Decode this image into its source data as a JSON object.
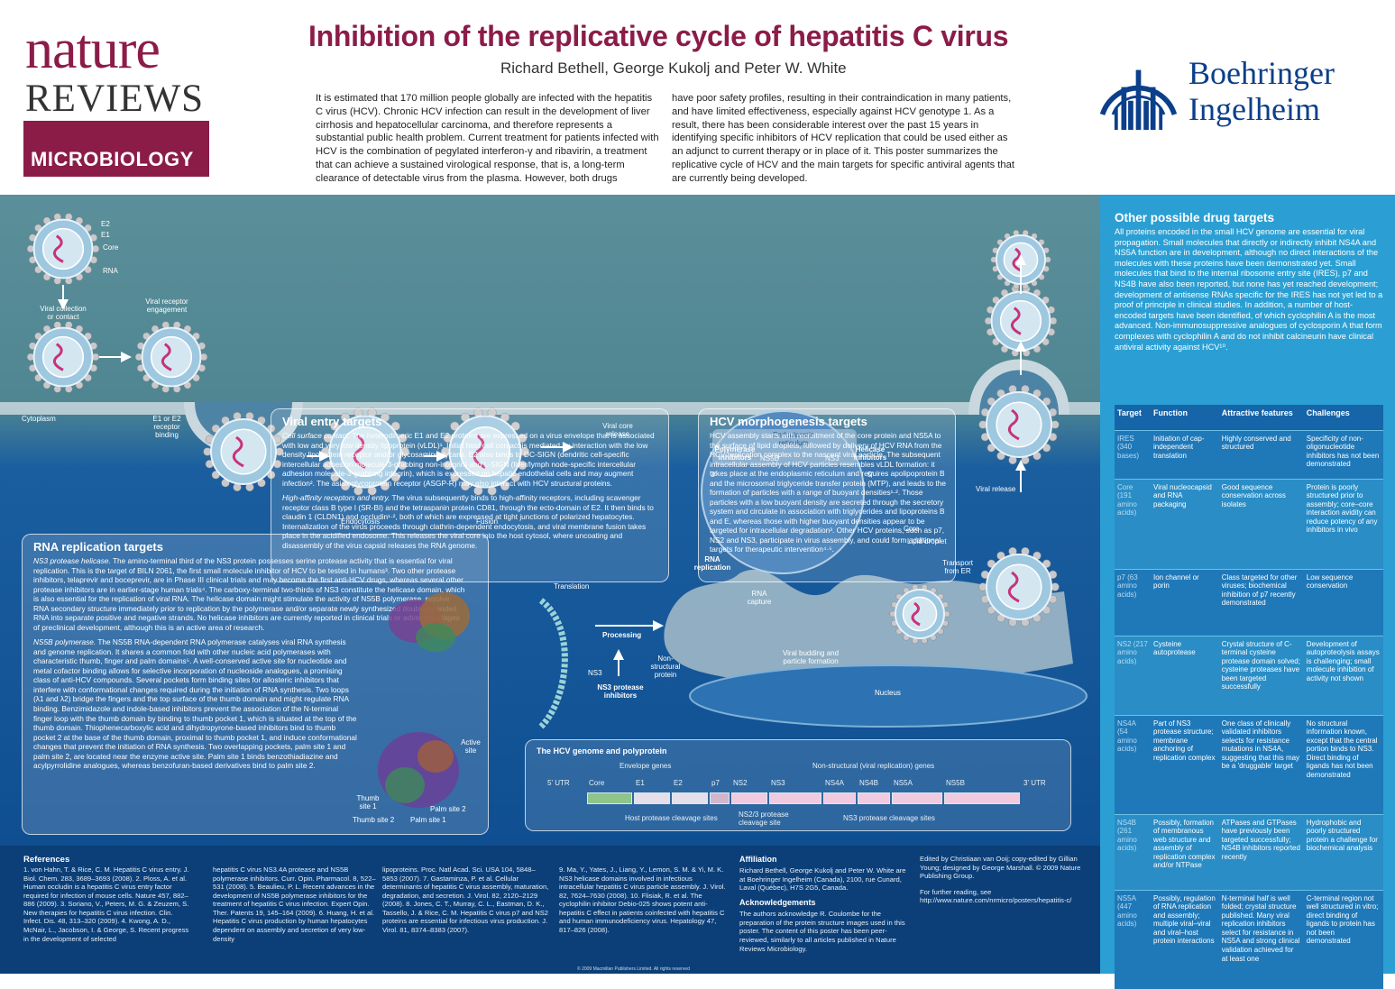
{
  "header": {
    "journal": {
      "line1": "nature",
      "line2": "REVIEWS",
      "line3": "MICROBIOLOGY"
    },
    "title": "Inhibition of the replicative cycle of hepatitis C virus",
    "authors": "Richard Bethell, George Kukolj and Peter W. White",
    "intro_col1": "It is estimated that 170 million people globally are infected with the hepatitis C virus (HCV). Chronic HCV infection can result in the development of liver cirrhosis and hepatocellular carcinoma, and therefore represents a substantial public health problem. Current treatment for patients infected with HCV is the combination of pegylated interferon-γ and ribavirin, a treatment that can achieve a sustained virological response, that is, a long-term clearance of detectable virus from the plasma. However, both drugs",
    "intro_col2": "have poor safety profiles, resulting in their contraindication in many patients, and have limited effectiveness, especially against HCV genotype 1. As a result, there has been considerable interest over the past 15 years in identifying specific inhibitors of HCV replication that could be used either as an adjunct to current therapy or in place of it. This poster summarizes the replicative cycle of HCV and the main targets for specific antiviral agents that are currently being developed.",
    "sponsor": {
      "line1": "Boehringer",
      "line2": "Ingelheim"
    }
  },
  "viral_entry": {
    "title": "Viral entry targets",
    "p1_lead": "Cell surface contact.",
    "p1": " The heterodimeric E1 and E2 proteins are expressed on a virus envelope that is associated with low and very low density lipoprotein (vLDL)¹. Initial host cell contact is mediated by interaction with the low density lipoprotein receptor and/or glycosaminoglycans. E2 also binds to DC-SIGN (dendritic cell-specific intercellular adhesion molecule-3-grabbing non-integrin) and L-SIGN (liver/lymph node-specific intercellular adhesion molecule-3-grabbing integrin), which is expressed on hepatic endothelial cells and may augment infection². The asialoglycoprotein receptor (ASGP-R) may also interact with HCV structural proteins.",
    "p2_lead": "High-affinity receptors and entry.",
    "p2": " The virus subsequently binds to high-affinity receptors, including scavenger receptor class B type I (SR-BI) and the tetraspanin protein CD81, through the ecto-domain of E2. It then binds to claudin 1 (CLDN1) and occludin¹·², both of which are expressed at tight junctions of polarized hepatocytes. Internalization of the virus proceeds through clathrin-dependent endocytosis, and viral membrane fusion takes place in the acidified endosome. This releases the viral core into the host cytosol, where uncoating and disassembly of the virus capsid releases the RNA genome."
  },
  "morphogenesis": {
    "title": "HCV morphogenesis targets",
    "text": "HCV assembly starts with recruitment of the core protein and NS5A to the surface of lipid droplets, followed by delivery of HCV RNA from the HCV replication complex to the nascent viral particle. The subsequent intracellular assembly of HCV particles resembles vLDL formation: it takes place at the endoplasmic reticulum and requires apolipoprotein B and the microsomal triglyceride transfer protein (MTP), and leads to the formation of particles with a range of buoyant densities¹·². Those particles with a low buoyant density are secreted through the secretory system and circulate in association with triglycerides and lipoproteins B and E, whereas those with higher buoyant densities appear to be targeted for intracellular degradation³. Other HCV proteins, such as p7, NS2 and NS3, participate in virus assembly, and could form additional targets for therapeutic intervention⁴·⁵."
  },
  "rna_replication": {
    "title": "RNA replication targets",
    "p1_lead": "NS3 protease helicase.",
    "p1": " The amino-terminal third of the NS3 protein possesses serine protease activity that is essential for viral replication. This is the target of BILN 2061, the first small molecule inhibitor of HCV to be tested in humans³. Two other protease inhibitors, telaprevir and boceprevir, are in Phase III clinical trials and may become the first anti-HCV drugs, whereas several other protease inhibitors are in earlier-stage human trials⁴. The carboxy-terminal two-thirds of NS3 constitute the helicase domain, which is also essential for the replication of viral RNA. The helicase domain might stimulate the activity of NS5B polymerase, resolve RNA secondary structure immediately prior to replication by the polymerase and/or separate newly synthesized double-stranded RNA into separate positive and negative strands. No helicase inhibitors are currently reported in clinical trials or advanced stages of preclinical development, although this is an active area of research.",
    "p2_lead": "NS5B polymerase.",
    "p2": " The NS5B RNA-dependent RNA polymerase catalyses viral RNA synthesis and genome replication. It shares a common fold with other nucleic acid polymerases with characteristic thumb, finger and palm domains⁵. A well-conserved active site for nucleotide and metal cofactor binding allows for selective incorporation of nucleoside analogues, a promising class of anti-HCV compounds. Several pockets form binding sites for allosteric inhibitors that interfere with conformational changes required during the initiation of RNA synthesis. Two loops (λ1 and λ2) bridge the fingers and the top surface of the thumb domain and might regulate RNA binding. Benzimidazole and indole-based inhibitors prevent the association of the N-terminal finger loop with the thumb domain by binding to thumb pocket 1, which is situated at the top of the thumb domain. Thiophenecarboxylic acid and dihydropyrone-based inhibitors bind to thumb pocket 2 at the base of the thumb domain, proximal to thumb pocket 1, and induce conformational changes that prevent the initiation of RNA synthesis. Two overlapping pockets, palm site 1 and palm site 2, are located near the enzyme active site. Palm site 1 binds benzothiadiazine and acylpyrrolidine analogues, whereas benzofuran-based derivatives bind to palm site 2.",
    "labels": {
      "active": "Active site",
      "thumb1": "Thumb site 1",
      "thumb2": "Thumb site 2",
      "palm1": "Palm site 1",
      "palm2": "Palm site 2"
    }
  },
  "diagram_labels": {
    "e2": "E2",
    "e1": "E1",
    "core": "Core",
    "rna": "RNA",
    "viral_collection": "Viral collection or contact",
    "viral_receptor": "Viral receptor engagement",
    "cytoplasm": "Cytoplasm",
    "e1e2": "E1 or E2 receptor binding",
    "endocytosis": "Endocytosis",
    "fusion": "Fusion",
    "viral_core_release": "Viral core release",
    "er": "Endoplasmic reticulum",
    "polymerase_inhibitors": "Polymerase inhibitors",
    "ns5b": "NS5B",
    "ns3": "NS3",
    "helicase_inhibitors": "Helicase inhibitors",
    "three_prime": "3'",
    "five_prime": "5'",
    "translation": "Translation",
    "rna_replication": "RNA replication",
    "rna_capture": "RNA capture",
    "processing": "Processing",
    "ns3_left": "NS3",
    "ns3_protease_inhibitors": "NS3 protease inhibitors",
    "nonstructural": "Non-structural protein",
    "core2": "Core",
    "lipid_droplet": "Lipid droplet",
    "transport": "Transport from ER",
    "viral_budding": "Viral budding and particle formation",
    "viral_release": "Viral release",
    "nucleus": "Nucleus"
  },
  "genome": {
    "title": "The HCV genome and polyprotein",
    "envelope_genes": "Envelope genes",
    "nonstructural_genes": "Non-structural (viral replication) genes",
    "segments": [
      "5' UTR",
      "Core",
      "E1",
      "E2",
      "p7",
      "NS2",
      "NS3",
      "NS4A",
      "NS4B",
      "NS5A",
      "NS5B",
      "3' UTR"
    ],
    "host_cleavage": "Host protease cleavage sites",
    "ns23_cleavage": "NS2/3 protease cleavage site",
    "ns3_cleavage": "NS3 protease cleavage sites"
  },
  "other_targets": {
    "title": "Other possible drug targets",
    "text": "All proteins encoded in the small HCV genome are essential for viral propagation. Small molecules that directly or indirectly inhibit NS4A and NS5A function are in development, although no direct interactions of the molecules with these proteins have been demonstrated yet. Small molecules that bind to the internal ribosome entry site (IRES), p7 and NS4B have also been reported, but none has yet reached development; development of antisense RNAs specific for the IRES has not yet led to a proof of principle in clinical studies. In addition, a number of host-encoded targets have been identified, of which cyclophilin A is the most advanced. Non-immunosuppressive analogues of cyclosporin A that form complexes with cyclophilin A and do not inhibit calcineurin have clinical antiviral activity against HCV¹⁰.",
    "headers": [
      "Target",
      "Function",
      "Attractive features",
      "Challenges"
    ],
    "rows": [
      [
        "IRES (340 bases)",
        "Initiation of cap-independent translation",
        "Highly conserved and structured",
        "Specificity of non-oligonucleotide inhibitors has not been demonstrated"
      ],
      [
        "Core (191 amino acids)",
        "Viral nucleocapsid and RNA packaging",
        "Good sequence conservation across isolates",
        "Protein is poorly structured prior to assembly; core–core interaction avidity can reduce potency of any inhibitors in vivo"
      ],
      [
        "p7 (63 amino acids)",
        "Ion channel or porin",
        "Class targeted for other viruses; biochemical inhibition of p7 recently demonstrated",
        "Low sequence conservation"
      ],
      [
        "NS2 (217 amino acids)",
        "Cysteine autoprotease",
        "Crystal structure of C-terminal cysteine protease domain solved; cysteine proteases have been targeted successfully",
        "Development of autoproteolysis assays is challenging; small molecule inhibition of activity not shown"
      ],
      [
        "NS4A (54 amino acids)",
        "Part of NS3 protease structure; membrane anchoring of replication complex",
        "One class of clinically validated inhibitors selects for resistance mutations in NS4A, suggesting that this may be a 'druggable' target",
        "No structural information known, except that the central portion binds to NS3. Direct binding of ligands has not been demonstrated"
      ],
      [
        "NS4B (261 amino acids)",
        "Possibly, formation of membranous web structure and assembly of replication complex and/or NTPase",
        "ATPases and GTPases have previously been targeted successfully; NS4B inhibitors reported recently",
        "Hydrophobic and poorly structured protein a challenge for biochemical analysis"
      ],
      [
        "NS5A (447 amino acids)",
        "Possibly, regulation of RNA replication and assembly; multiple viral–viral and viral–host protein interactions",
        "N-terminal half is well folded; crystal structure published. Many viral replication inhibitors select for resistance in NS5A and strong clinical validation achieved for at least one",
        "C-terminal region not well structured in vitro; direct binding of ligands to protein has not been demonstrated"
      ]
    ]
  },
  "references": {
    "title": "References",
    "col1": "1. von Hahn, T. & Rice, C. M. Hepatitis C virus entry. J. Biol. Chem. 283, 3689–3693 (2008). 2. Ploss, A. et al. Human occludin is a hepatitis C virus entry factor required for infection of mouse cells. Nature 457, 882–886 (2009). 3. Soriano, V., Peters, M. G. & Zeuzem, S. New therapies for hepatitis C virus infection. Clin. Infect. Dis. 48, 313–320 (2009). 4. Kwong, A. D., McNair, L., Jacobson, I. & George, S. Recent progress in the development of selected",
    "col2": "hepatitis C virus NS3.4A protease and NS5B polymerase inhibitors. Curr. Opin. Pharmacol. 8, 522–531 (2008). 5. Beaulieu, P. L. Recent advances in the development of NS5B polymerase inhibitors for the treatment of hepatitis C virus infection. Expert Opin. Ther. Patents 19, 145–164 (2009). 6. Huang, H. et al. Hepatitis C virus production by human hepatocytes dependent on assembly and secretion of very low-density",
    "col3": "lipoproteins. Proc. Natl Acad. Sci. USA 104, 5848–5853 (2007). 7. Gastaminza, P. et al. Cellular determinants of hepatitis C virus assembly, maturation, degradation, and secretion. J. Virol. 82, 2120–2129 (2008). 8. Jones, C. T., Murray, C. L., Eastman, D. K., Tassello, J. & Rice, C. M. Hepatitis C virus p7 and NS2 proteins are essential for infectious virus production. J. Virol. 81, 8374–8383 (2007).",
    "col4": "9. Ma, Y., Yates, J., Liang, Y., Lemon, S. M. & Yi, M. K. NS3 helicase domains involved in infectious intracellular hepatitis C virus particle assembly. J. Virol. 82, 7624–7630 (2008). 10. Flisiak, R. et al. The cyclophilin inhibitor Debio-025 shows potent anti-hepatitis C effect in patients coinfected with hepatitis C and human immunodeficiency virus. Hepatology 47, 817–826 (2008).",
    "aff_title": "Affiliation",
    "aff": "Richard Bethell, George Kukolj and Peter W. White are at Boehringer Ingelheim (Canada), 2100, rue Cunard, Laval (Québec), H7S 2G5, Canada.",
    "ack_title": "Acknowledgements",
    "ack": "The authors acknowledge R. Coulombe for the preparation of the protein structure images used in this poster. The content of this poster has been peer-reviewed, similarly to all articles published in Nature Reviews Microbiology.",
    "edited": "Edited by Christiaan van Ooij; copy-edited by Gillian Young; designed by George Marshall. © 2009 Nature Publishing Group.",
    "further": "For further reading, see http://www.nature.com/nrmicro/posters/hepatitis-c/",
    "copyright": "© 2009 Macmillan Publishers Limited. All rights reserved"
  },
  "colors": {
    "nature_maroon": "#8b1c48",
    "bi_blue": "#0b3f8a",
    "side_blue": "#2b9fd3",
    "teal": "#5b8f9a",
    "deep_blue": "#0f4f91"
  }
}
